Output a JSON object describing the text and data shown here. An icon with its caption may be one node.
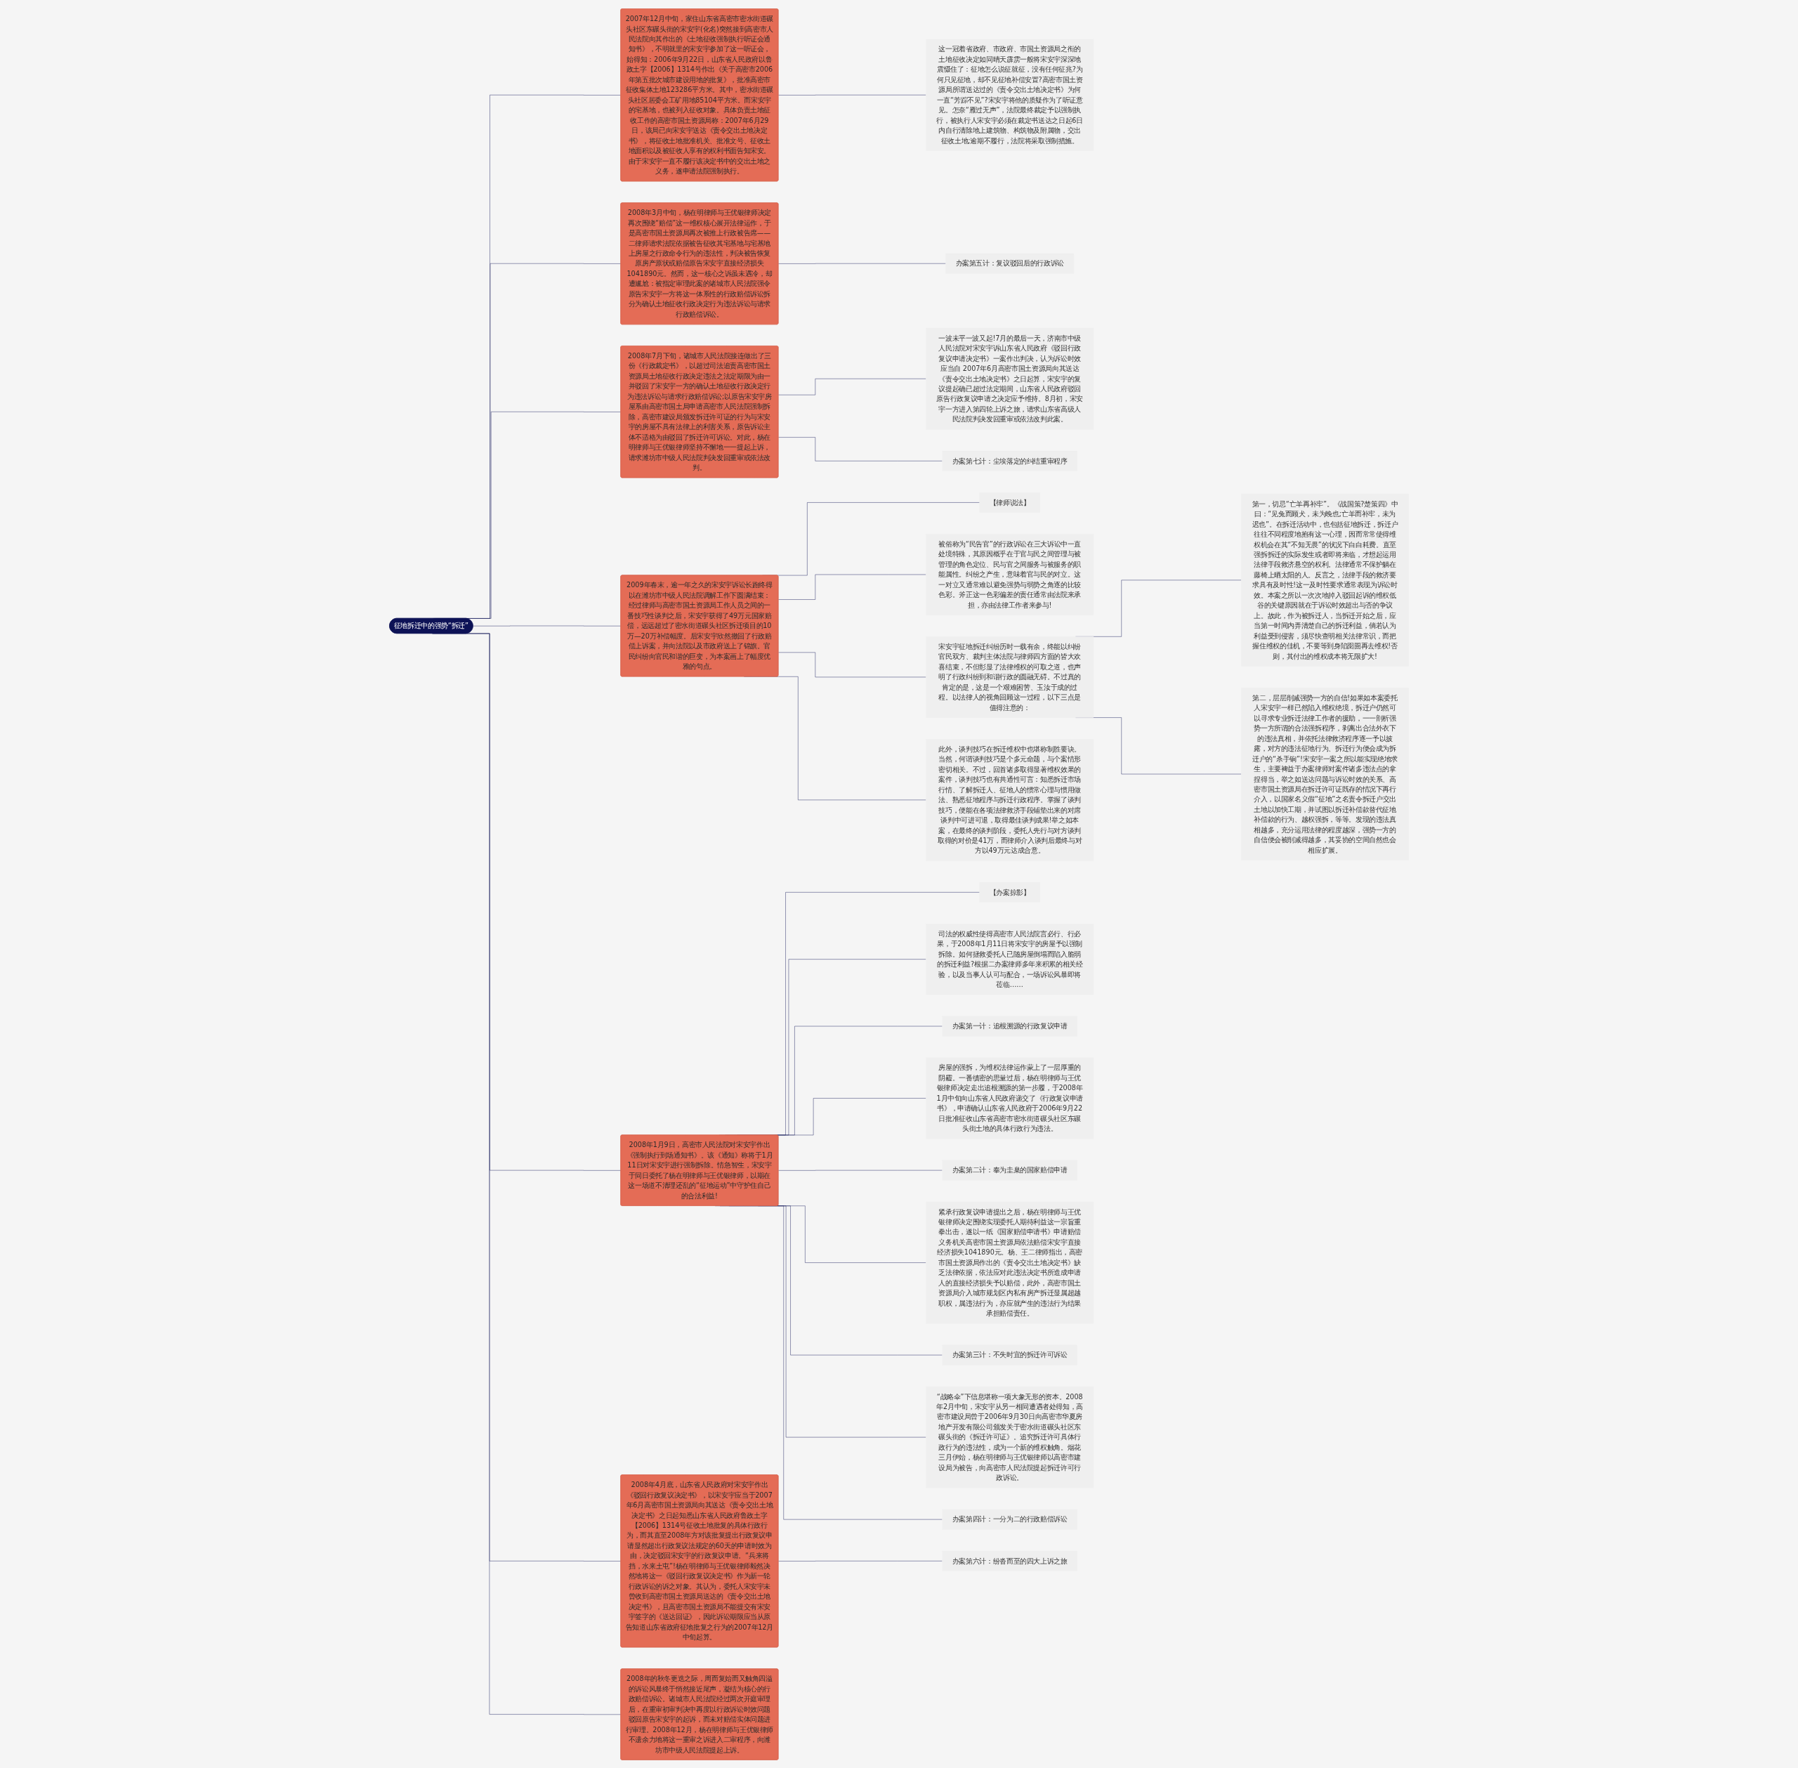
{
  "diagram": {
    "nodes": [
      {
        "text": [
          "征地拆迁中的强势“拆迁”"
        ]
      },
      {
        "text": [
          "2007年12月中旬，家住山东省高密市密水街道碾头社区东碾头街的宋安宇(化名)突然接到高密市人民法院向其作出的《土地征收强制执行听证会通知书》，不明就里的宋安宇参加了这一听证会，始得知：2006年9月22日，山东省人民政府以鲁政土字【2006】1314号作出《关于高密市2006年第五批次城市建设用地的批复》，批准高密市征收集体土地123286平方米。其中，密水街道碾头社区居委会工矿用地85104平方米。而宋安宇的宅基地，也被列入征收对象。具体负责土地征收工作的高密市国土资源局称：2007年6月29日，该局已向宋安宇送达《责令交出土地决定书》，将征收土地批准机关、批准文号、征收土地面积以及被征收人享有的权利书面告知宋安。由于宋安宇一直不履行该决定书中的交出土地之义务，遂申请法院强制执行。"
        ]
      },
      {
        "text": [
          "这一冠着省政府、市政府、市国土资源局之衔的土地征收决定如同晴天霹雳一般将宋安宇深深地震慑住了：征地怎么说征就征，没有任何征兆?为何只见征地，却不见征地补偿安置?高密市国土资源局所谓送达过的《责令交出土地决定书》为何一直“芳踪不见”?宋安宇将他的质疑作为了听证意见。怎奈“雁过无声”，法院最终裁定予以强制执行，被执行人宋安宇必须在裁定书送达之日起6日内自行清除地上建筑物、构筑物及附属物，交出征收土地;逾期不履行，法院将采取强制措施。"
        ]
      },
      {
        "text": [
          "2008年3月中旬，杨在明律师与王优银律师决定再次围绕“赔偿”这一维权核心展开法律运作，于是高密市国土资源局再次被推上行政被告席——二律师请求法院依据被告征收其宅基地与宅基地上房屋之行政命令行为的违法性，判决被告恢复原房产原状或赔偿原告宋安宇直接经济损失1041890元。然而，这一核心之诉虽未遇冷，却遭尴尬：被指定审理此案的诸城市人民法院强令原告宋安宇一方将这一体系性的行政赔偿诉讼拆分为确认土地征收行政决定行为违法诉讼与请求行政赔偿诉讼。"
        ]
      },
      {
        "text": [
          "办案第五计：复议驳回后的行政诉讼"
        ]
      },
      {
        "text": [
          "2008年7月下旬，诸城市人民法院接连做出了三份《行政裁定书》，以超过司法追责高密市国土资源局土地征收行政决定违法之法定期限为由一并驳回了宋安宇一方的确认土地征收行政决定行为违法诉讼与请求行政赔偿诉讼;以原告宋安宇房屋系由高密市国土局申请高密市人民法院强制拆除，高密市建设局颁发拆迁许可证的行为与宋安宇的房屋不具有法律上的利害关系，原告诉讼主体不适格为由驳回了拆迁许可诉讼。对此，杨在明律师与王优银律师坚持不懈地一一提起上诉，请求潍坊市中级人民法院判决发回重审或依法改判。"
        ]
      },
      {
        "text": [
          "一波未平一波又起!7月的最后一天，济南市中级人民法院对宋安宇诉山东省人民政府《驳回行政复议申请决定书》一案作出判决，认为诉讼时效应当自 2007年6月高密市国土资源局向其送达《责令交出土地决定书》之日起算，宋安宇的复议提起确已超过法定期间，山东省人民政府驳回原告行政复议申请之决定应予维持。8月初，宋安宇一方进入第四轮上诉之旅，请求山东省高级人民法院判决发回重审或依法改判此案。"
        ]
      },
      {
        "text": [
          "办案第七计：尘埃落定的纠结重审程序"
        ]
      },
      {
        "text": [
          "2009年春末，逾一年之久的宋安宇诉讼长跑终得以在潍坊市中级人民法院调解工作下圆满结束：经过律师与高密市国土资源局工作人员之间的一番技巧性谈判之后，宋安宇获得了49万元国家赔偿，远远超过了密水街道碾头社区拆迁项目的10万—20万补偿幅度。后宋安宇欣然撤回了行政赔偿上诉案，并向法院以及市政府送上了锦旗。官民纠纷向官民和谐的巨变，为本案画上了幅度优雅的句点。"
        ]
      },
      {
        "text": [
          "【律师说法】"
        ]
      },
      {
        "text": [
          "被俗称为“民告官”的行政诉讼在三大诉讼中一直处境特殊，其原因概乎在于官与民之间管理与被管理的角色定位、民与官之间服务与被服务的职能属性。纠纷之产生，意味着官与民的对立。这一对立又通常难以避免强势与弱势之角逐的比较色彩。斧正这一色彩偏差的责任通常由法院来承担，亦由法律工作者来参与!"
        ]
      },
      {
        "text": [
          "宋安宇征地拆迁纠纷历时一载有余，终能以纠纷官民双方、裁判主体法院与律师四方面的皆大欢喜结束，不但彰显了法律维权的可取之道，也声明了行政纠纷到和谐行政的圆融无碍。不过真的肯定的是，这是一个艰难困苦、玉汝于成的过程。以法律人的视角回顾这一过程，以下三点是值得注意的："
        ]
      },
      {
        "text": [
          "第一，切忌“亡羊再补牢”。《战国策?楚策四》中曰：“见兔而顾犬，未为晚也;亡羊而补牢，未为迟也”。在拆迁活动中，也包括征地拆迁，拆迁户往往不同程度地抱有这一心理，因而常常使得维权机会在其“不知无畏”的状况下白白耗费。直至强拆拆迁的实际发生或者即将来临，才想起运用法律手段救济悬空的权利。法律通常不保护躺在藤椅上晒太阳的人。反言之，法律手段的救济要求具有及时性!这一及时性要求通常表现为诉讼时效。本案之所以一次次地掉入驳回起诉的维权低谷的关键原因就在于诉讼时效超出与否的争议上。故此，作为被拆迁人，当拆迁开始之后，应当第一时间内弄清楚自己的拆迁利益，倘若认为利益受到侵害，须尽快查明相关法律常识，而把握住维权的佳机，不要等到身陷囹圄再去维权!否则，其付出的维权成本将无限扩大!"
        ]
      },
      {
        "text": [
          "第二，层层削减强势一方的自信!如果如本案委托人宋安宇一样已然陷入维权绝境，拆迁户仍然可以寻求专业拆迁法律工作者的援助，一一剖析强势一方所谓的合法强拆程序，剥离出合法外衣下的违法真相，并依托法律救济程序逐一予以披露，对方的违法征地行为、拆迁行为便会成为拆迁户的“杀手锏”!宋安宇一案之所以能实现绝地求生，主要裨益于办案律师对案件诸多违法点的拿捏得当，举之如送达问题与诉讼时效的关系、高密市国土资源局在拆迁许可证既存的情况下再行介入，以国家名义假“征地”之名责令拆迁户交出土地以加快工期，并试图以拆迁补偿款替代征地补偿款的行为、越权强拆，等等。发现的违法真相越多，充分运用法律的程度越深，强势一方的自信便会被削减得越多，其妥协的空间自然也会相应扩展。"
        ]
      },
      {
        "text": [
          "此外，谈判技巧在拆迁维权中也堪称制胜要诀。当然，何谓谈判技巧是个多元命题，与个案情形密切相关。不过，回首诸多取得显著维权效果的案件，谈判技巧也有共通性可言：知悉拆迁市场行情、了解拆迁人、征地人的惯常心理与惯用做法、熟悉征地程序与拆迁行政程序。掌握了谈判技巧，便能在各项法律救济手段铺垫出来的对席谈判中可进可退，取得最佳谈判成果!举之如本案，在最终的谈判阶段，委托人先行与对方谈判取得的对价是41万，而律师介入谈判后最终与对方以49万元达成合意。"
        ]
      },
      {
        "text": [
          "2008年1月9日，高密市人民法院对宋安宇作出《强制执行到场通知书》。该《通知》称将于1月11日对宋安宇进行强制拆除。情急智生，宋安宇于同日委托了杨在明律师与王优银律师，以期在这一场道不清理还乱的“征地运动”中守护住自己的合法利益!"
        ]
      },
      {
        "text": [
          "【办案掠影】"
        ]
      },
      {
        "text": [
          "司法的权威性使得高密市人民法院言必行、行必果，于2008年1月11日将宋安宇的房屋予以强制拆除。如何拯救委托人已随房屋倒塌而陷入脆弱的拆迁利益?根据二办案律师多年来积累的相关经验，以及当事人认可与配合，一场诉讼风暴即将莅临……"
        ]
      },
      {
        "text": [
          "办案第一计：追根溯源的行政复议申请"
        ]
      },
      {
        "text": [
          "房屋的强拆，为维权法律运作蒙上了一层厚重的阴霾。一番缜密的思量过后，杨在明律师与王优银律师决定走出追根溯源的第一步履，于2008年1月中旬向山东省人民政府递交了《行政复议申请书》，申请确认山东省人民政府于2006年9月22日批准征收山东省高密市密水街道碾头社区东碾头街土地的具体行政行为违法。"
        ]
      },
      {
        "text": [
          "办案第二计：奉为圭臬的国家赔偿申请"
        ]
      },
      {
        "text": [
          "紧承行政复议申请提出之后，杨在明律师与王优银律师决定围绕实现委托人期待利益这一宗旨重拳出击，遂以一纸《国家赔偿申请书》申请赔偿义务机关高密市国土资源局依法赔偿宋安宇直接经济损失1041890元。杨、王二律师指出，高密市国土资源局作出的《责令交出土地决定书》缺乏法律依据，依法应对此违法决定书所造成申请人的直接经济损失予以赔偿，此外，高密市国土资源局介入城市规划区内私有房产拆迁显属超越职权，属违法行为，亦应就产生的违法行为结果承担赔偿责任。"
        ]
      },
      {
        "text": [
          "办案第三计：不失时宜的拆迁许可诉讼"
        ]
      },
      {
        "text": [
          "“战略伞”下信息堪称一项大象无形的资本。2008年2月中旬，宋安宇从另一相同遭遇者处得知，高密市建设局曾于2006年9月30日向高密市华夏房地产开发有限公司颁发关于密水街道碾头社区东碾头街的《拆迁许可证》。追究拆迁许可具体行政行为的违法性，成为一个新的维权触角。烟花三月伊始，杨在明律师与王优银律师以高密市建设局为被告，向高密市人民法院提起拆迁许可行政诉讼。"
        ]
      },
      {
        "text": [
          "办案第四计：一分为二的行政赔偿诉讼"
        ]
      },
      {
        "text": [
          "2008年4月底，山东省人民政府对宋安宇作出《驳回行政复议决定书》，以宋安宇应当于2007年6月高密市国土资源局向其送达《责令交出土地决定书》之日起知悉山东省人民政府鲁政土字【2006】1314号征收土地批复的具体行政行为，而其直至2008年方对该批复提出行政复议申请显然超出行政复议法规定的60天的申请时效为由，决定驳回宋安宇的行政复议申请。“兵来将挡，水来土屯”!杨在明律师与王优银律师毅然决然地将这一《驳回行政复议决定书》作为新一轮行政诉讼的诉之对象。其认为，委托人宋安宇未曾收到高密市国土资源局送达的《责令交出土地决定书》，且高密市国土资源局不能提交有宋安宇签字的《送达回证》，因此诉讼期限应当从原告知道山东省政府征地批复之行为的2007年12月中旬起算。"
        ]
      },
      {
        "text": [
          "办案第六计：纷沓而至的四大上诉之旅"
        ]
      },
      {
        "text": [
          "2008年的秋冬更迭之际，周而复始而又触角四溢的诉讼风暴终于悄然接近尾声，凝结为核心的行政赔偿诉讼。诸城市人民法院经过两次开庭审理后，在重审初审判决中再度以行政诉讼时效问题驳回原告宋安宇的起诉，而未对赔偿实体问题进行审理。2008年12月，杨在明律师与王优银律师不遗余力地将这一重审之诉进入二审程序，向潍坊市中级人民法院提起上诉。"
        ]
      }
    ],
    "edges": [
      {
        "from": 0,
        "to": 1,
        "arrow": "none"
      },
      {
        "from": 1,
        "to": 2,
        "arrow": "none"
      },
      {
        "from": 0,
        "to": 3,
        "arrow": "none"
      },
      {
        "from": 3,
        "to": 4,
        "arrow": "none"
      },
      {
        "from": 0,
        "to": 5,
        "arrow": "none"
      },
      {
        "from": 5,
        "to": 6,
        "arrow": "none"
      },
      {
        "from": 5,
        "to": 7,
        "arrow": "none"
      },
      {
        "from": 0,
        "to": 8,
        "arrow": "none"
      },
      {
        "from": 8,
        "to": 9,
        "arrow": "none"
      },
      {
        "from": 8,
        "to": 10,
        "arrow": "none"
      },
      {
        "from": 8,
        "to": 11,
        "arrow": "none"
      },
      {
        "from": 11,
        "to": 12,
        "arrow": "none"
      },
      {
        "from": 11,
        "to": 13,
        "arrow": "none"
      },
      {
        "from": 8,
        "to": 14,
        "arrow": "none"
      },
      {
        "from": 0,
        "to": 15,
        "arrow": "none"
      },
      {
        "from": 15,
        "to": 16,
        "arrow": "none"
      },
      {
        "from": 15,
        "to": 17,
        "arrow": "none"
      },
      {
        "from": 15,
        "to": 18,
        "arrow": "none"
      },
      {
        "from": 15,
        "to": 19,
        "arrow": "none"
      },
      {
        "from": 15,
        "to": 20,
        "arrow": "none"
      },
      {
        "from": 15,
        "to": 21,
        "arrow": "none"
      },
      {
        "from": 15,
        "to": 22,
        "arrow": "none"
      },
      {
        "from": 15,
        "to": 23,
        "arrow": "none"
      },
      {
        "from": 15,
        "to": 24,
        "arrow": "none"
      },
      {
        "from": 0,
        "to": 25,
        "arrow": "none"
      },
      {
        "from": 25,
        "to": 26,
        "arrow": "none"
      },
      {
        "from": 0,
        "to": 27,
        "arrow": "none"
      }
    ]
  }
}
